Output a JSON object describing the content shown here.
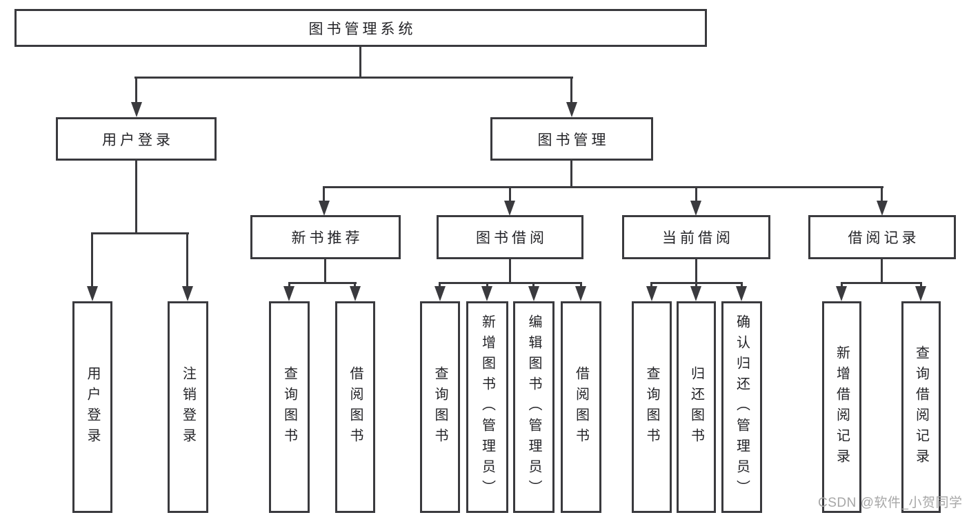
{
  "diagram": {
    "type": "hierarchy-tree",
    "tree": {
      "label": "图书管理系统",
      "children": [
        {
          "label": "用户登录",
          "children": [
            {
              "label": "用户登录"
            },
            {
              "label": "注销登录"
            }
          ]
        },
        {
          "label": "图书管理",
          "children": [
            {
              "label": "新书推荐",
              "children": [
                {
                  "label": "查询图书"
                },
                {
                  "label": "借阅图书"
                }
              ]
            },
            {
              "label": "图书借阅",
              "children": [
                {
                  "label": "查询图书"
                },
                {
                  "label": "新增图书（管理员）"
                },
                {
                  "label": "编辑图书（管理员）"
                },
                {
                  "label": "借阅图书"
                }
              ]
            },
            {
              "label": "当前借阅",
              "children": [
                {
                  "label": "查询图书"
                },
                {
                  "label": "归还图书"
                },
                {
                  "label": "确认归还（管理员）"
                }
              ]
            },
            {
              "label": "借阅记录",
              "children": [
                {
                  "label": "新增借阅记录"
                },
                {
                  "label": "查询借阅记录"
                }
              ]
            }
          ]
        }
      ]
    }
  },
  "watermark": {
    "text": "CSDN @软件_小贺同学"
  },
  "colors": {
    "line": "#3a3a3e",
    "text": "#242428",
    "background": "#ffffff",
    "watermark": "#a7a7a7"
  }
}
